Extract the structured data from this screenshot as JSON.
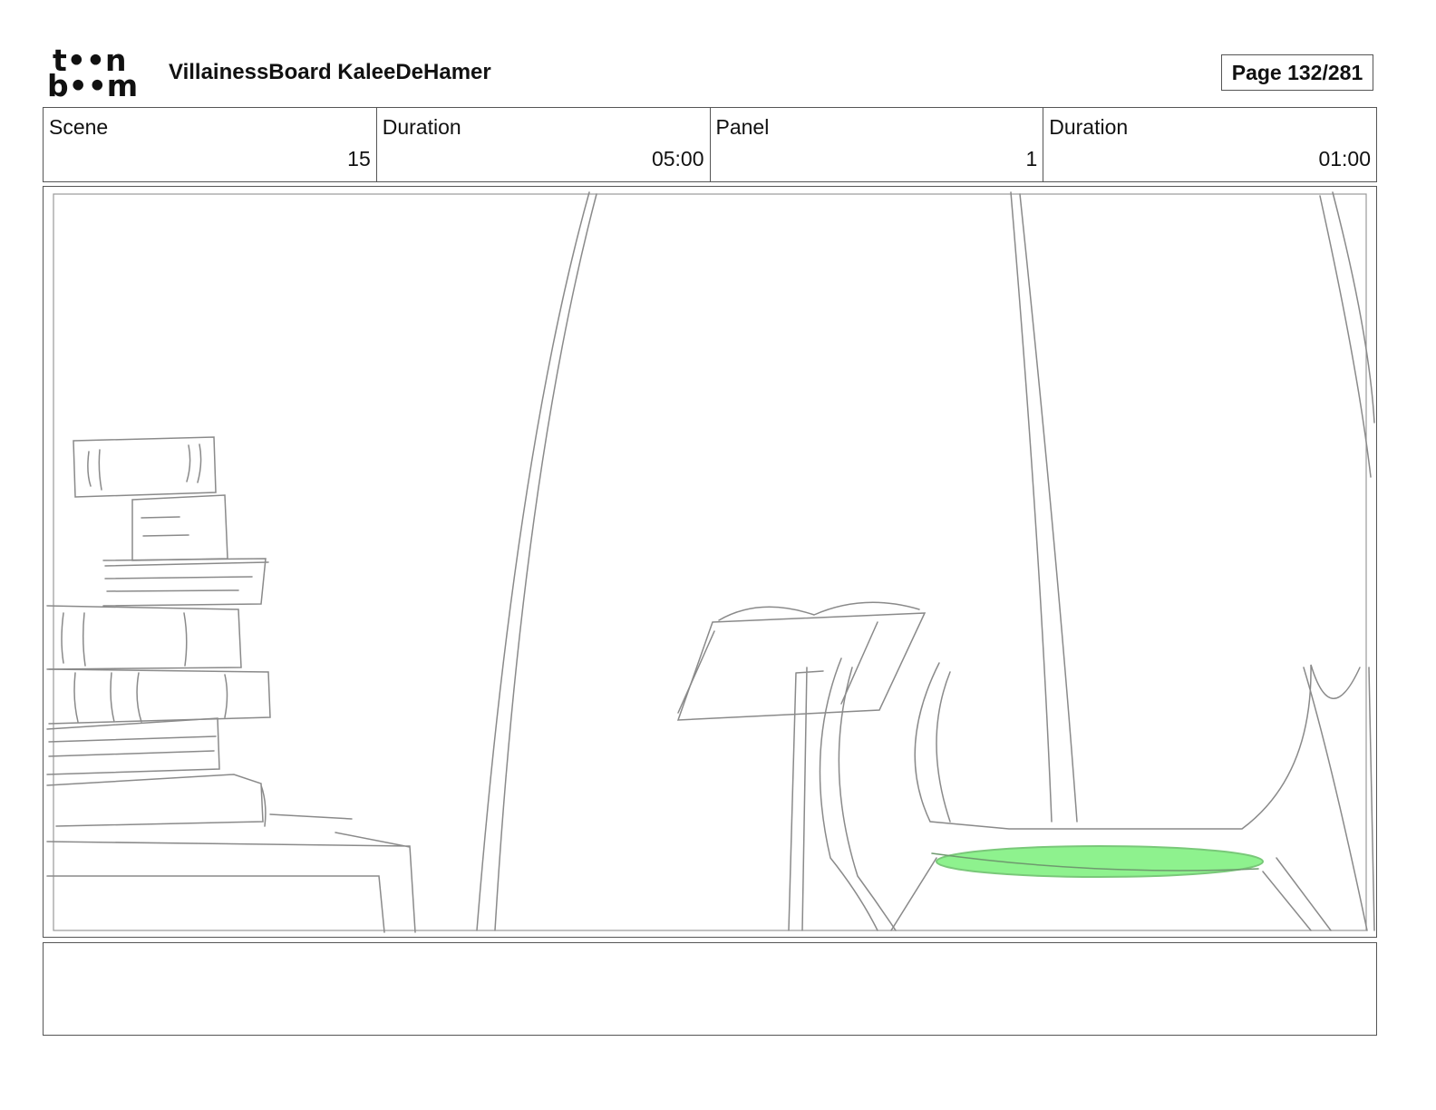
{
  "header": {
    "logo_line1": "t••n",
    "logo_line2": "b••m",
    "title": "VillainessBoard KaleeDeHamer",
    "page_label": "Page 132/281"
  },
  "info": [
    {
      "label": "Scene",
      "value": "15"
    },
    {
      "label": "Duration",
      "value": "05:00"
    },
    {
      "label": "Panel",
      "value": "1"
    },
    {
      "label": "Duration",
      "value": "01:00"
    }
  ],
  "panel": {
    "highlight_color": "#8ef28e",
    "sketch_color": "#8a8a8a"
  },
  "notes": {
    "text": ""
  }
}
